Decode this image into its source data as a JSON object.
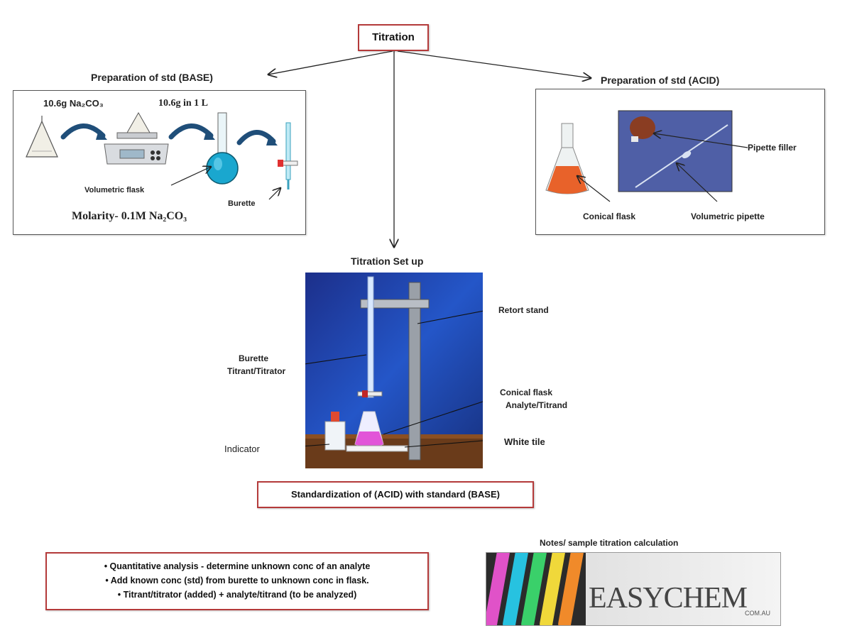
{
  "root": {
    "label": "Titration"
  },
  "base": {
    "heading": "Preparation of std (BASE)",
    "mass_label": "10.6g Na₂CO₃",
    "dissolve_label": "10.6g in 1 L",
    "flask_label": "Volumetric flask",
    "burette_label": "Burette",
    "molarity_label": "Molarity- 0.1M Na₂CO₃"
  },
  "acid": {
    "heading": "Preparation of std (ACID)",
    "conical_label": "Conical flask",
    "filler_label": "Pipette filler",
    "pipette_label": "Volumetric pipette"
  },
  "setup": {
    "heading": "Titration Set up",
    "retort_label": "Retort stand",
    "burette_label": "Burette",
    "titrant_label": "Titrant/Titrator",
    "conical_label": "Conical flask",
    "analyte_label": "Analyte/Titrand",
    "indicator_label": "Indicator",
    "tile_label": "White tile"
  },
  "standardization": {
    "label": "Standardization of (ACID) with standard (BASE)"
  },
  "notes": {
    "bullets": [
      "• Quantitative analysis  - determine unknown conc of an analyte",
      "• Add known conc (std) from burette to unknown conc in  flask.",
      "• Titrant/titrator (added) + analyte/titrand (to be analyzed)"
    ]
  },
  "easychem": {
    "heading": "Notes/ sample titration calculation",
    "logo_text": "EASYCHEM",
    "logo_suffix": "COM.AU"
  },
  "colors": {
    "accent_red": "#b43a3a",
    "arrow_blue": "#1f4e79",
    "flask_orange": "#e8622a",
    "setup_blue": "#1f4fb5"
  }
}
